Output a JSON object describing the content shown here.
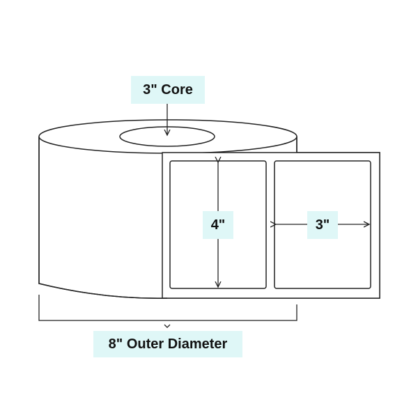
{
  "labels": {
    "core": "3\" Core",
    "label_height": "4\"",
    "label_width": "3\"",
    "outer_diameter": "8\" Outer Diameter"
  },
  "colors": {
    "label_background": "#dff7f7",
    "line": "#222222",
    "text": "#111111"
  }
}
